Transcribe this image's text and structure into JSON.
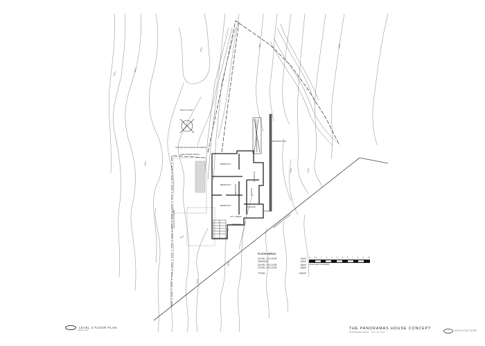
{
  "sheet": {
    "drawing_title": "LEVEL 3 FLOOR PLAN",
    "drawing_subtitle": "SCALE 1:200",
    "project_name": "THE PANORAMAS HOUSE CONCEPT",
    "project_subtitle": "PANORAMAS ROAD · OCT 18, 2017",
    "logo_text": "ARCHITECTURE"
  },
  "site_labels": {
    "right_of_way": "RIGHT OF WAY",
    "boundary_note": "EXISTING BOUNDARY",
    "line_note_1": "OUTLINE OF HOUSE ON BOUNDARY",
    "line_note_2": "LINE OF EDGE ABOVE",
    "retaining_note": "RETAINING WALL",
    "road_note": "PANORAMAS BOUNDARY"
  },
  "rooms": [
    {
      "label": "BEDROOM 1"
    },
    {
      "label": "BEDROOM 2"
    },
    {
      "label": "BEDROOM 3"
    },
    {
      "label": "WARDROBE"
    },
    {
      "label": "LAUNDRY"
    },
    {
      "label": "STORAGE"
    },
    {
      "label": "ENSUITE"
    },
    {
      "label": "BATHROOM"
    },
    {
      "label": "CPL. CINEMA"
    }
  ],
  "contours": [
    "120.0",
    "122.0",
    "124.0",
    "126.0",
    "128.0",
    "130.0",
    "132.0",
    "134.0",
    "136.0",
    "138.0",
    "140.0"
  ],
  "floor_areas": {
    "header": "FLOOR AREAS",
    "rows": [
      {
        "label": "LEVEL 1 FLOOR",
        "value": "- 29m²"
      },
      {
        "label": "GARAGE",
        "value": "- 53m²"
      },
      {
        "label": "LEVEL 2 FLOOR",
        "value": "- 98m²"
      },
      {
        "label": "LEVEL 3 FLOOR",
        "value": "- 98m²"
      }
    ],
    "total_label": "TOTAL",
    "total_value": "- 264m²"
  },
  "scale_bar": {
    "ticks": [
      "0",
      "0.5",
      "1",
      "2",
      "3",
      "4",
      "5",
      "6",
      "7",
      "8",
      "9",
      "10"
    ],
    "caption": "SCALE BAR IN METRES"
  }
}
